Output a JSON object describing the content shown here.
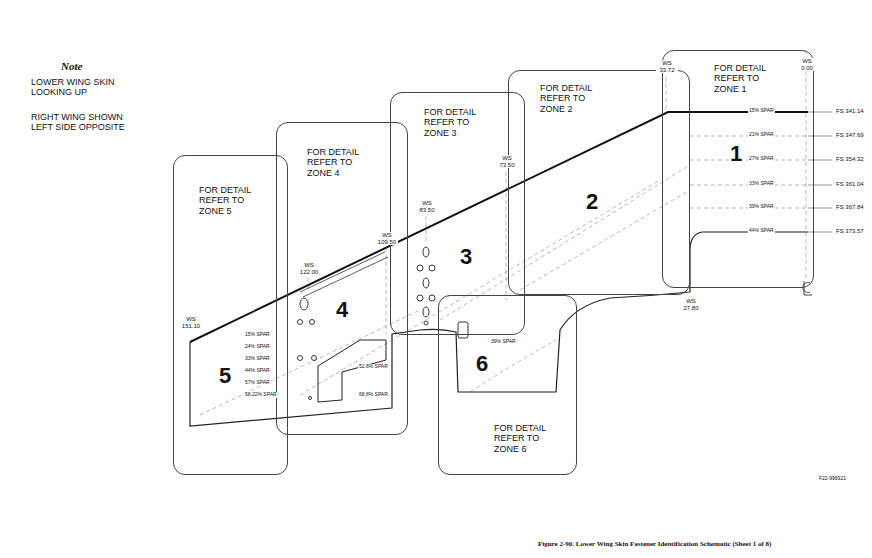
{
  "diagram": {
    "caption": "Figure 2-90. Lower Wing Skin Fastener Identification Schematic (Sheet 1 of 8)",
    "nodes": [
      {
        "text": [
          "FOR DETAIL REFER TO ZONE 1",
          "1"
        ]
      },
      {
        "text": [
          "FOR DETAIL REFER TO ZONE 2",
          "2"
        ]
      },
      {
        "text": [
          "FOR DETAIL REFER TO ZONE 3",
          "3"
        ]
      },
      {
        "text": [
          "FOR DETAIL REFER TO ZONE 4",
          "4"
        ]
      },
      {
        "text": [
          "FOR DETAIL REFER TO ZONE 5",
          "5"
        ]
      },
      {
        "text": [
          "FOR DETAIL REFER TO ZONE 6",
          "6"
        ]
      }
    ],
    "edges": [],
    "labels": [
      "Note",
      "LOWER WING SKIN LOOKING UP",
      "RIGHT WING SHOWN LEFT SIDE OPPOSITE",
      "WS 33.72",
      "WS 0.00",
      "15% SPAR",
      "21% SPAR",
      "27% SPAR",
      "33% SPAR",
      "39% SPAR",
      "44% SPAR",
      "FS 341.14",
      "FS 347.69",
      "FS 354.32",
      "FS 361.04",
      "FS 367.84",
      "FS 373.57",
      "WS 27.80",
      "WS 73.50",
      "WS 83.50",
      "WS 109.50",
      "WS 122.00",
      "WS 151.10",
      "15% SPAR",
      "24% SPAR",
      "33% SPAR",
      "44% SPAR",
      "57% SPAR",
      "58.22% SPAR",
      "52.8% SPAR",
      "68.8% SPAR",
      "39% SPAR",
      "F22-996921"
    ]
  }
}
